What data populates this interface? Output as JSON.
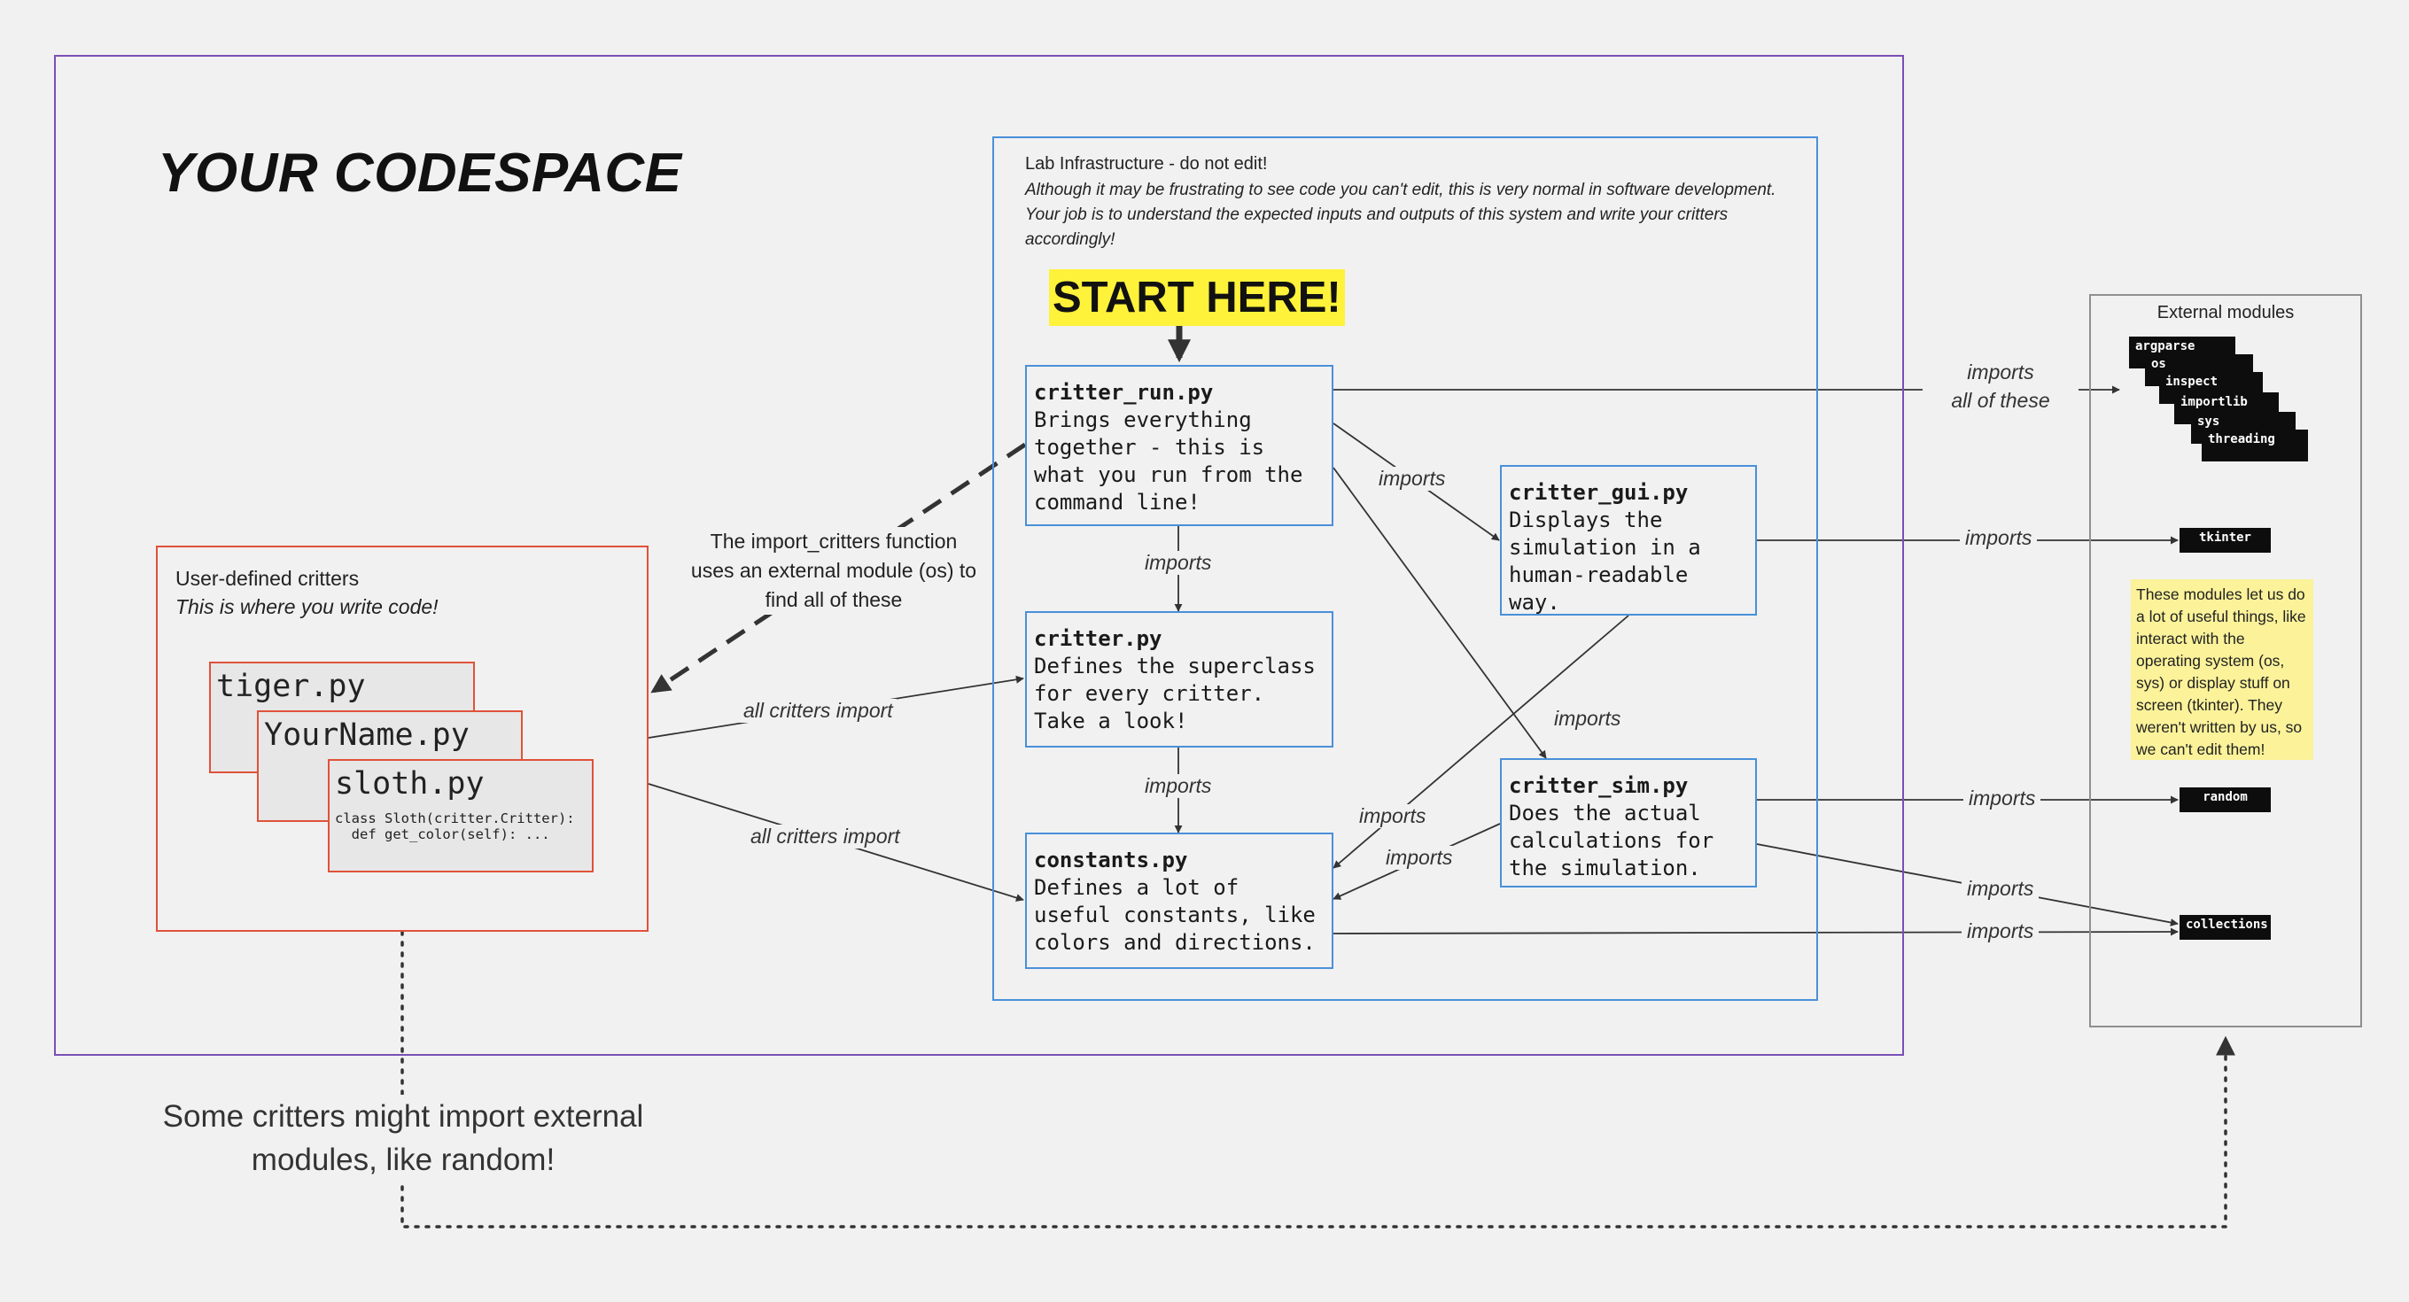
{
  "codespace": {
    "title": "YOUR CODESPACE"
  },
  "infra": {
    "heading": "Lab Infrastructure - do not edit!",
    "note": "Although it may be frustrating to see code you can't edit, this is very normal in software development. Your job is to understand the expected inputs and outputs of this system and write your critters accordingly!",
    "start_label": "START HERE!"
  },
  "files": {
    "critter_run": {
      "name": "critter_run.py",
      "desc": "Brings everything together - this is what you run from the command line!"
    },
    "critter": {
      "name": "critter.py",
      "desc": "Defines the superclass for every critter. Take a look!"
    },
    "constants": {
      "name": "constants.py",
      "desc": "Defines a lot of useful constants, like colors and directions."
    },
    "critter_gui": {
      "name": "critter_gui.py",
      "desc": "Displays the simulation in a human-readable way."
    },
    "critter_sim": {
      "name": "critter_sim.py",
      "desc": "Does the actual calculations for the simulation."
    }
  },
  "user_critters": {
    "title": "User-defined critters",
    "subtitle": "This is where you write code!",
    "files": [
      "tiger.py",
      "YourName.py",
      "sloth.py"
    ],
    "code_line1": "class Sloth(critter.Critter):",
    "code_line2": "  def get_color(self): ..."
  },
  "external": {
    "title": "External modules",
    "stack": [
      "argparse",
      "os",
      "inspect",
      "importlib",
      "sys",
      "threading"
    ],
    "tkinter": "tkinter",
    "random": "random",
    "collections": "collections",
    "sticky_note": "These modules let us do a lot of useful things, like interact with the operating system (os, sys) or display stuff on screen (tkinter). They weren't written by us, so we can't edit them!"
  },
  "labels": {
    "imports": "imports",
    "all_of_these": "all of these",
    "all_critters_import": "all critters import",
    "import_critters_note": "The import_critters function uses an external module (os) to find all of these",
    "bottom_note": "Some critters might import external modules, like random!"
  },
  "colors": {
    "codespace_border": "#7a4fb5",
    "infra_border": "#4a90d9",
    "user_border": "#e0523a",
    "start_highlight": "#fff23a",
    "sticky": "#fbf29a"
  }
}
